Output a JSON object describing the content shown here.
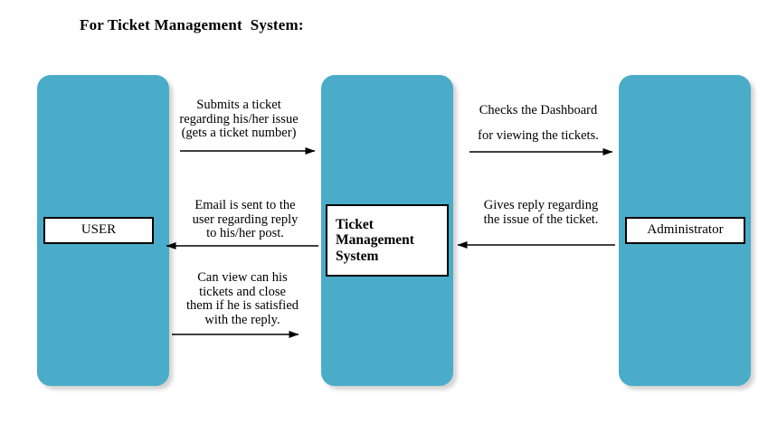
{
  "page": {
    "title": "For Ticket Management  System:",
    "background_color": "#ffffff"
  },
  "colors": {
    "column_fill": "#4aacc8",
    "box_fill": "#ffffff",
    "box_border": "#000000",
    "arrow": "#000000",
    "text": "#000000"
  },
  "columns": [
    {
      "name": "user-column",
      "label": "USER",
      "fill": "#4aacc8"
    },
    {
      "name": "system-column",
      "label": "Ticket\nManagement\nSystem",
      "fill": "#4aacc8"
    },
    {
      "name": "administrator-column",
      "label": "Administrator",
      "fill": "#4aacc8"
    }
  ],
  "nodes": {
    "user": "USER",
    "system": "Ticket\nManagement\nSystem",
    "administrator": "Administrator"
  },
  "flows": [
    {
      "id": "submit-ticket",
      "text": "Submits a ticket\nregarding his/her  issue\n(gets a ticket number)",
      "direction": "right",
      "from": "USER",
      "to": "Ticket Management System"
    },
    {
      "id": "checks-dashboard",
      "text": "Checks the Dashboard\nfor viewing the tickets.",
      "direction": "right",
      "from": "Ticket Management System",
      "to": "Administrator"
    },
    {
      "id": "email-sent",
      "text": "Email is  sent to the\nuser regarding reply\nto his/her post.",
      "direction": "left",
      "from": "Ticket Management System",
      "to": "USER"
    },
    {
      "id": "gives-reply",
      "text": "Gives reply regarding\nthe issue of the ticket.",
      "direction": "left",
      "from": "Administrator",
      "to": "Ticket Management System"
    },
    {
      "id": "can-view-close",
      "text": "Can view can his\ntickets and close\nthem if he is satisfied\nwith the reply.",
      "direction": "right",
      "from": "USER",
      "to": "Ticket Management System"
    }
  ]
}
